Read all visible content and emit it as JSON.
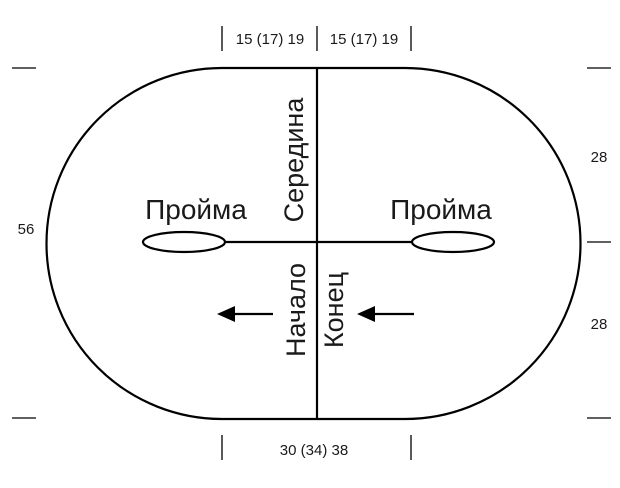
{
  "dimensions": {
    "top_left": "15 (17) 19",
    "top_right": "15 (17) 19",
    "bottom": "30 (34) 38",
    "left": "56",
    "right_upper": "28",
    "right_lower": "28"
  },
  "labels": {
    "armhole_left": "Пройма",
    "armhole_right": "Пройма",
    "middle": "Середина",
    "start": "Начало",
    "end": "Конец"
  },
  "colors": {
    "line": "#000000",
    "text": "#1a1a1a",
    "background": "#ffffff"
  }
}
